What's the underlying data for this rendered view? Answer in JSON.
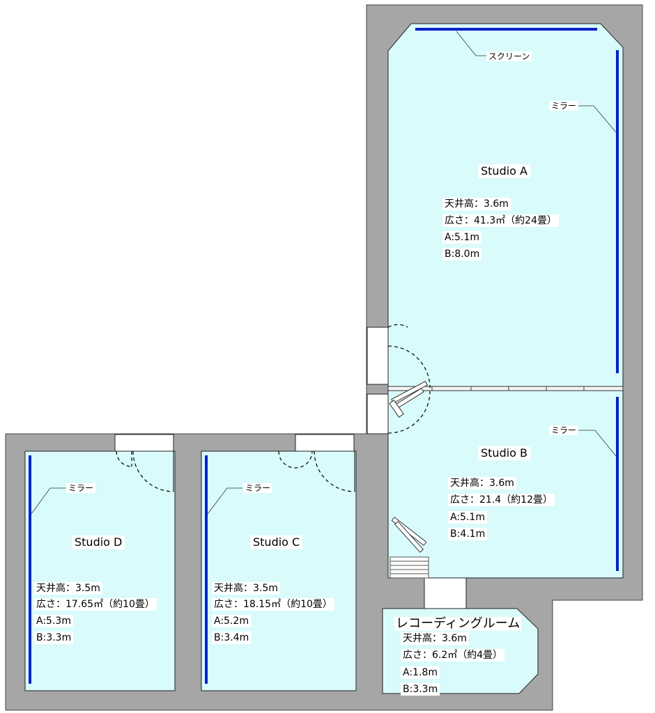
{
  "colors": {
    "wall": "#a6a6a6",
    "room": "#d9fbfb",
    "mirror": "#0022cc",
    "line": "#000000"
  },
  "annotations": {
    "screen": "スクリーン",
    "mirror": "ミラー"
  },
  "rooms": {
    "studio_a": {
      "title": "Studio A",
      "ceiling": "天井高：3.6m",
      "area": "広さ：41.3㎡（約24畳）",
      "dim_a": "A:5.1m",
      "dim_b": "B:8.0m"
    },
    "studio_b": {
      "title": "Studio B",
      "ceiling": "天井高：3.6m",
      "area": "広さ：21.4（約12畳）",
      "dim_a": "A:5.1m",
      "dim_b": "B:4.1m"
    },
    "studio_c": {
      "title": "Studio C",
      "ceiling": "天井高：3.5m",
      "area": "広さ：18.15㎡（約10畳）",
      "dim_a": "A:5.2m",
      "dim_b": "B:3.4m"
    },
    "studio_d": {
      "title": "Studio D",
      "ceiling": "天井高：3.5m",
      "area": "広さ：17.65㎡（約10畳）",
      "dim_a": "A:5.3m",
      "dim_b": "B:3.3m"
    },
    "recording": {
      "title": "レコーディングルーム",
      "ceiling": "天井高：3.6m",
      "area": "広さ：6.2㎡（約4畳）",
      "dim_a": "A:1.8m",
      "dim_b": "B:3.3m"
    }
  }
}
